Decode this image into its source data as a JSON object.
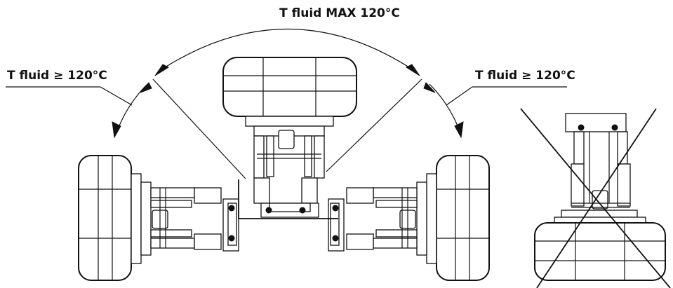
{
  "labels": {
    "top": "T fluid MAX 120°C",
    "left": "T fluid ≥ 120°C",
    "right": "T fluid ≥ 120°C"
  },
  "colors": {
    "line": "#111111",
    "background": "#ffffff"
  },
  "icons": {
    "arrow": "arrowhead-icon",
    "forbidden": "cross-out-x-icon"
  }
}
